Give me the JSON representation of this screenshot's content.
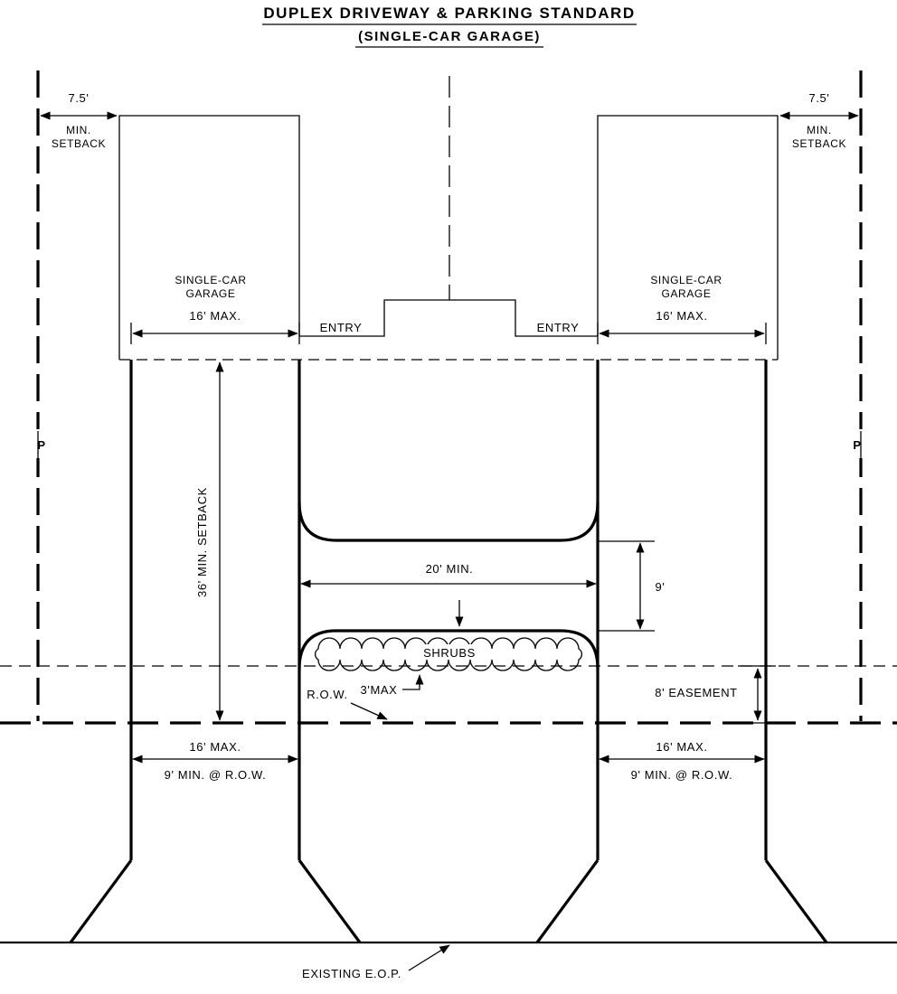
{
  "drawing": {
    "title": "DUPLEX DRIVEWAY & PARKING STANDARD",
    "subtitle": "(SINGLE-CAR GARAGE)"
  },
  "dimensions": {
    "front_yard_setback": "7.5'",
    "setback_min": "MIN.",
    "setback_word": "SETBACK",
    "garage_width": "16' MAX.",
    "building_setback": "36' MIN. SETBACK",
    "parking_pad_width": "20' MIN.",
    "pad_to_shrubs_gap": "9'",
    "shrub_height": "3'MAX",
    "easement_width": "8' EASEMENT",
    "driveway_width": "16' MAX.",
    "driveway_width_at_row": "9' MIN. @ R.O.W."
  },
  "labels": {
    "garage_line1": "SINGLE-CAR",
    "garage_line2": "GARAGE",
    "entry": "ENTRY",
    "shrubs": "SHRUBS",
    "right_of_way": "R.O.W.",
    "existing_eop": "EXISTING E.O.P.",
    "property_line_symbol": "P"
  },
  "colors": {
    "line": "#000000",
    "background": "#ffffff"
  }
}
